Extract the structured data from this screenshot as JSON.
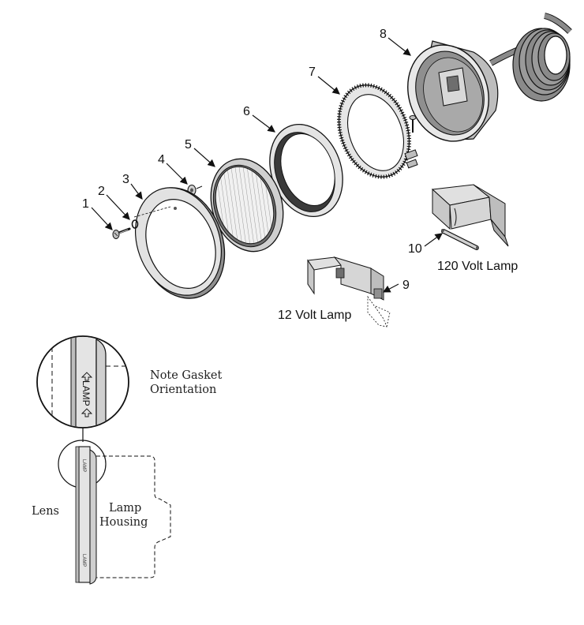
{
  "callouts": [
    "1",
    "2",
    "3",
    "4",
    "5",
    "6",
    "7",
    "8",
    "9",
    "10"
  ],
  "labels": {
    "lamp_120": "120 Volt Lamp",
    "lamp_12": "12 Volt Lamp",
    "note_line1": "Note Gasket",
    "note_line2": "Orientation",
    "lens": "Lens",
    "housing_line1": "Lamp",
    "housing_line2": "Housing",
    "gasket_mark": "LAMP"
  },
  "colors": {
    "line": "#111111",
    "metal_light": "#e4e4e4",
    "metal_mid": "#bdbdbd",
    "metal_dark": "#6e6e6e",
    "gasket": "#3a3a3a",
    "cord": "#8a8a8a"
  }
}
